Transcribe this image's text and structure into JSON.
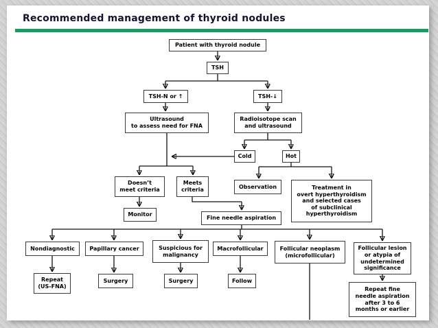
{
  "slide": {
    "title": "Recommended management of thyroid nodules",
    "accent_color": "#169b62"
  },
  "flowchart": {
    "nodes": {
      "patient": {
        "label": "Patient with thyroid nodule"
      },
      "tsh": {
        "label": "TSH"
      },
      "tsh_normal_high": {
        "label": "TSH-N or ↑"
      },
      "tsh_low": {
        "label": "TSH-↓"
      },
      "ultrasound": {
        "label": "Ultrasound\nto assess need for FNA"
      },
      "radioisotope": {
        "label": "Radioisotope scan\nand ultrasound"
      },
      "cold": {
        "label": "Cold"
      },
      "hot": {
        "label": "Hot"
      },
      "doesnt_meet": {
        "label": "Doesn’t\nmeet criteria"
      },
      "meets": {
        "label": "Meets\ncriteria"
      },
      "observation": {
        "label": "Observation"
      },
      "treatment": {
        "label": "Treatment in\novert hyperthyroidism\nand selected cases\nof subclinical\nhyperthyroidism"
      },
      "monitor": {
        "label": "Monitor"
      },
      "fna": {
        "label": "Fine needle aspiration"
      },
      "nondiagnostic": {
        "label": "Nondiagnostic"
      },
      "papillary": {
        "label": "Papillary cancer"
      },
      "suspicious": {
        "label": "Suspicious for\nmalignancy"
      },
      "macrofollicular": {
        "label": "Macrofollicular"
      },
      "follicular_neoplasm": {
        "label": "Follicular neoplasm\n(microfollicular)"
      },
      "follicular_lesion": {
        "label": "Follicular lesion\nor atypia of\nundetermined\nsignificance"
      },
      "repeat_usfna": {
        "label": "Repeat\n(US-FNA)"
      },
      "surgery_papillary": {
        "label": "Surgery"
      },
      "surgery_suspicious": {
        "label": "Surgery"
      },
      "follow": {
        "label": "Follow"
      },
      "repeat_fna_3to6": {
        "label": "Repeat fine\nneedle aspiration\nafter 3 to 6\nmonths or earlier"
      }
    }
  }
}
